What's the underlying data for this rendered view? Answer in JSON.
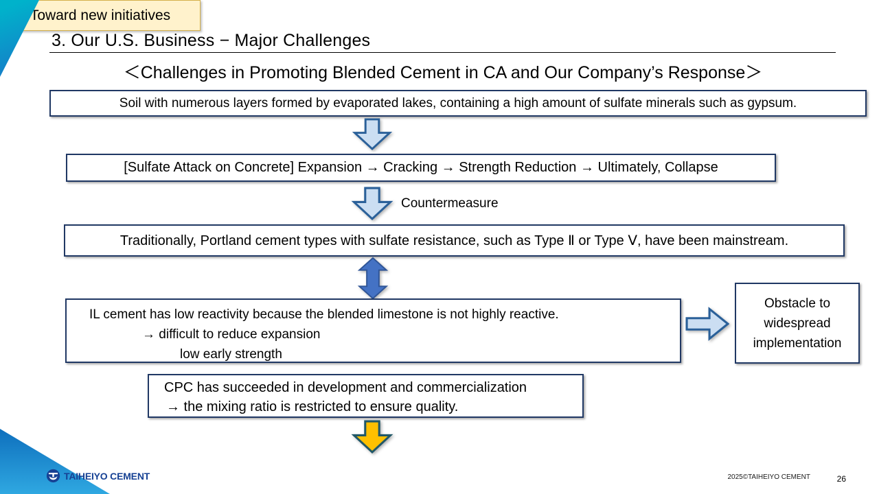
{
  "header": {
    "title": "3. Our U.S. Business − Major Challenges",
    "subtitle": "＜Challenges in Promoting Blended Cement in CA and Our Company’s Response＞"
  },
  "boxes": {
    "soil": "Soil with numerous layers formed by evaporated lakes, containing a high amount of sulfate minerals such as gypsum.",
    "sulfate": "[Sulfate Attack on Concrete] Expansion → Cracking → Strength Reduction → Ultimately, Collapse",
    "countermeasure_label": "Countermeasure",
    "portland": "Traditionally, Portland cement types with sulfate resistance, such as Type Ⅱ or Type Ⅴ, have been mainstream.",
    "il": {
      "line1": "IL cement has low reactivity because the blended limestone is not highly reactive.",
      "line2": "→ difficult to reduce expansion",
      "line3": "low early strength"
    },
    "obstacle": {
      "line1": "Obstacle to",
      "line2": "widespread",
      "line3": "implementation"
    },
    "cpc": {
      "line1": "CPC has succeeded in development and commercialization",
      "line2": "→ the mixing ratio is restricted to ensure quality.",
      "toward_placeholder": ""
    },
    "toward": "Toward new initiatives"
  },
  "footer": {
    "logo_text": "TAIHEIYO CEMENT",
    "copyright": "2025©TAIHEIYO CEMENT",
    "page_number": "26"
  },
  "colors": {
    "accent_teal": "#00B2CB",
    "accent_blue": "#1878C8",
    "box_border_navy": "#203864",
    "arrow_light_fill": "#CBDEF2",
    "arrow_border_blue": "#2A6099",
    "double_arrow_fill": "#4472C4",
    "double_arrow_border": "#2F5597",
    "gold_arrow_fill": "#FFC000",
    "gold_arrow_border": "#215868",
    "highlight_bg": "#FFF2CC",
    "highlight_border": "#D4B04A",
    "logo_blue": "#164194"
  }
}
